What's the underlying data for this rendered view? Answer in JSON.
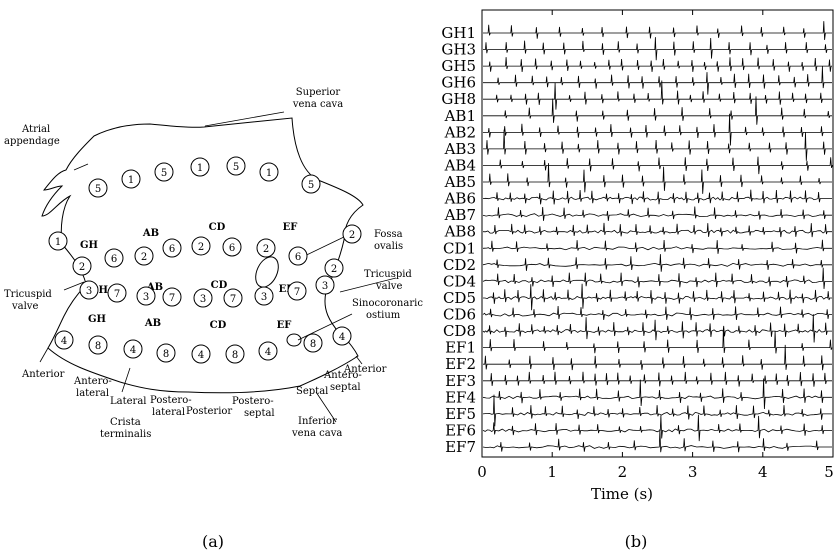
{
  "panel_a": {
    "caption": "(a)",
    "anatomy_labels": {
      "superior_vena_cava": [
        "Superior",
        "vena cava"
      ],
      "atrial_appendage": [
        "Atrial",
        "appendage"
      ],
      "fossa_ovalis": [
        "Fossa",
        "ovalis"
      ],
      "tricuspid_valve_left": [
        "Tricuspid",
        "valve"
      ],
      "tricuspid_valve_right": [
        "Tricuspid",
        "valve"
      ],
      "sinocoronaric_ostium": [
        "Sinocoronaric",
        "ostium"
      ],
      "anterior_left": [
        "Anterior"
      ],
      "anterior_right": [
        "Anterior"
      ],
      "antero_lateral": [
        "Antero-",
        "lateral"
      ],
      "lateral": [
        "Lateral"
      ],
      "postero_lateral": [
        "Postero-",
        "lateral"
      ],
      "posterior": [
        "Posterior"
      ],
      "postero_septal": [
        "Postero-",
        "septal"
      ],
      "septal": [
        "Septal"
      ],
      "antero_septal": [
        "Antero-",
        "septal"
      ],
      "crista_terminalis": [
        "Crista",
        "terminalis"
      ],
      "inferior_vena_cava": [
        "Inferior",
        "vena cava"
      ]
    },
    "region_labels": [
      {
        "text": "AB"
      },
      {
        "text": "CD"
      },
      {
        "text": "EF"
      },
      {
        "text": "GH"
      },
      {
        "text": "AB"
      },
      {
        "text": "CD"
      },
      {
        "text": "EF"
      },
      {
        "text": "GH"
      },
      {
        "text": "AB"
      },
      {
        "text": "CD"
      },
      {
        "text": "EF"
      },
      {
        "text": "GH"
      }
    ],
    "electrodes": [
      "5",
      "1",
      "5",
      "1",
      "5",
      "1",
      "5",
      "1",
      "2",
      "6",
      "2",
      "6",
      "2",
      "6",
      "2",
      "6",
      "2",
      "2",
      "3",
      "7",
      "3",
      "7",
      "3",
      "7",
      "3",
      "7",
      "3",
      "4",
      "8",
      "4",
      "8",
      "4",
      "8",
      "4",
      "8",
      "4"
    ]
  },
  "panel_b": {
    "caption": "(b)",
    "chart_data": {
      "type": "line",
      "title": "",
      "xlabel": "Time (s)",
      "ylabel": "",
      "xlim": [
        0,
        5
      ],
      "xticks": [
        0,
        1,
        2,
        3,
        4,
        5
      ],
      "channels": [
        "GH1",
        "GH3",
        "GH5",
        "GH6",
        "GH8",
        "AB1",
        "AB2",
        "AB3",
        "AB4",
        "AB5",
        "AB6",
        "AB7",
        "AB8",
        "CD1",
        "CD2",
        "CD4",
        "CD5",
        "CD6",
        "CD8",
        "EF1",
        "EF2",
        "EF3",
        "EF4",
        "EF5",
        "EF6",
        "EF7"
      ]
    }
  }
}
